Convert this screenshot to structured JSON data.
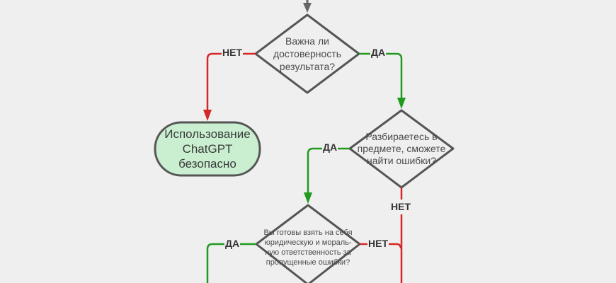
{
  "colors": {
    "background": "#efefef",
    "shape_stroke": "#555555",
    "yes_line": "#1f9a1f",
    "no_line": "#d62728",
    "entry_line": "#666666",
    "terminal_fill": "#c9efd0"
  },
  "nodes": {
    "decision1": {
      "text": "Важна ли достоверность результата?"
    },
    "terminal_safe": {
      "text": "Использование ChatGPT безопасно"
    },
    "decision2": {
      "text": "Разбираетесь в предмете, сможете найти ошибки?"
    },
    "decision3": {
      "text": "Вы готовы взять на себя юридическую и мораль-ную ответственность за пропущенные ошибки?"
    }
  },
  "edges": {
    "d1_no": {
      "label": "НЕТ",
      "from": "decision1",
      "to": "terminal_safe"
    },
    "d1_yes": {
      "label": "ДА",
      "from": "decision1",
      "to": "decision2"
    },
    "d2_yes": {
      "label": "ДА",
      "from": "decision2",
      "to": "decision3"
    },
    "d2_no": {
      "label": "НЕТ",
      "from": "decision2",
      "to": ""
    },
    "d3_yes": {
      "label": "ДА",
      "from": "decision3",
      "to": ""
    },
    "d3_no": {
      "label": "НЕТ",
      "from": "decision3",
      "to": ""
    }
  }
}
